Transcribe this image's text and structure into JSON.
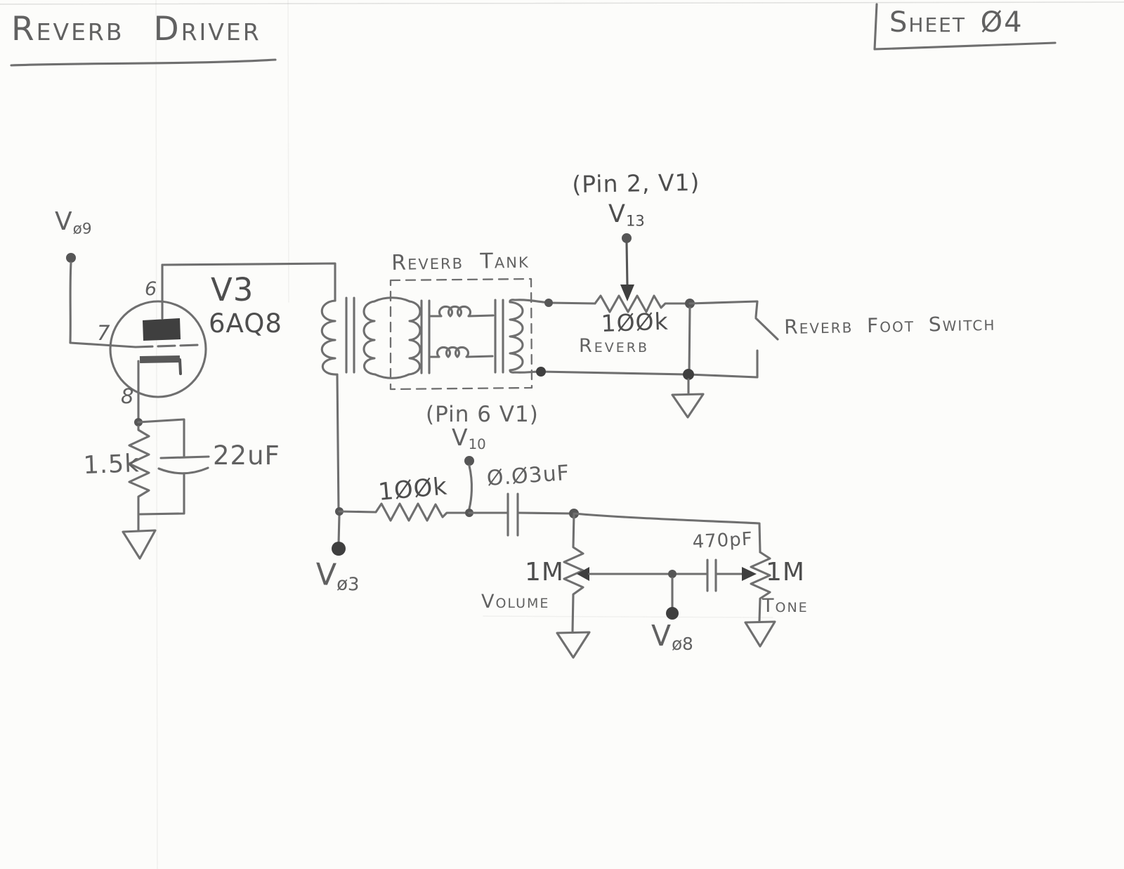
{
  "page": {
    "title": "Reverb Driver",
    "sheet": "Sheet Ø4"
  },
  "tube": {
    "designator": "V3",
    "type": "6AQ8",
    "pin_plate": "6",
    "pin_grid": "7",
    "pin_cathode": "8"
  },
  "nodes": {
    "v09": {
      "main": "V",
      "sub": "ø9"
    },
    "v13": {
      "main": "V",
      "sub": "13",
      "ref": "(Pin 2, V1)"
    },
    "v10": {
      "main": "V",
      "sub": "10",
      "ref": "(Pin 6 V1)"
    },
    "v03": {
      "main": "V",
      "sub": "ø3"
    },
    "v08": {
      "main": "V",
      "sub": "ø8"
    }
  },
  "components": {
    "cathode_resistor": {
      "value": "1.5k"
    },
    "cathode_cap": {
      "value": "22uF"
    },
    "reverb_tank": {
      "label": "Reverb Tank"
    },
    "reverb_pot": {
      "value": "1ØØk",
      "label": "Reverb"
    },
    "foot_switch": {
      "label": "Reverb Foot Switch"
    },
    "series_resistor": {
      "value": "1ØØk"
    },
    "coupling_cap": {
      "value": "Ø.Ø3uF"
    },
    "volume_pot": {
      "value": "1M",
      "label": "Volume"
    },
    "tone_pot": {
      "value": "1M",
      "label": "Tone"
    },
    "treble_cap": {
      "value": "470pF"
    }
  },
  "colors": {
    "pencil": "#6f6f6f",
    "pencil_dark": "#3f3f3f",
    "pencil_text": "#616161",
    "paper": "#fcfcfa"
  }
}
